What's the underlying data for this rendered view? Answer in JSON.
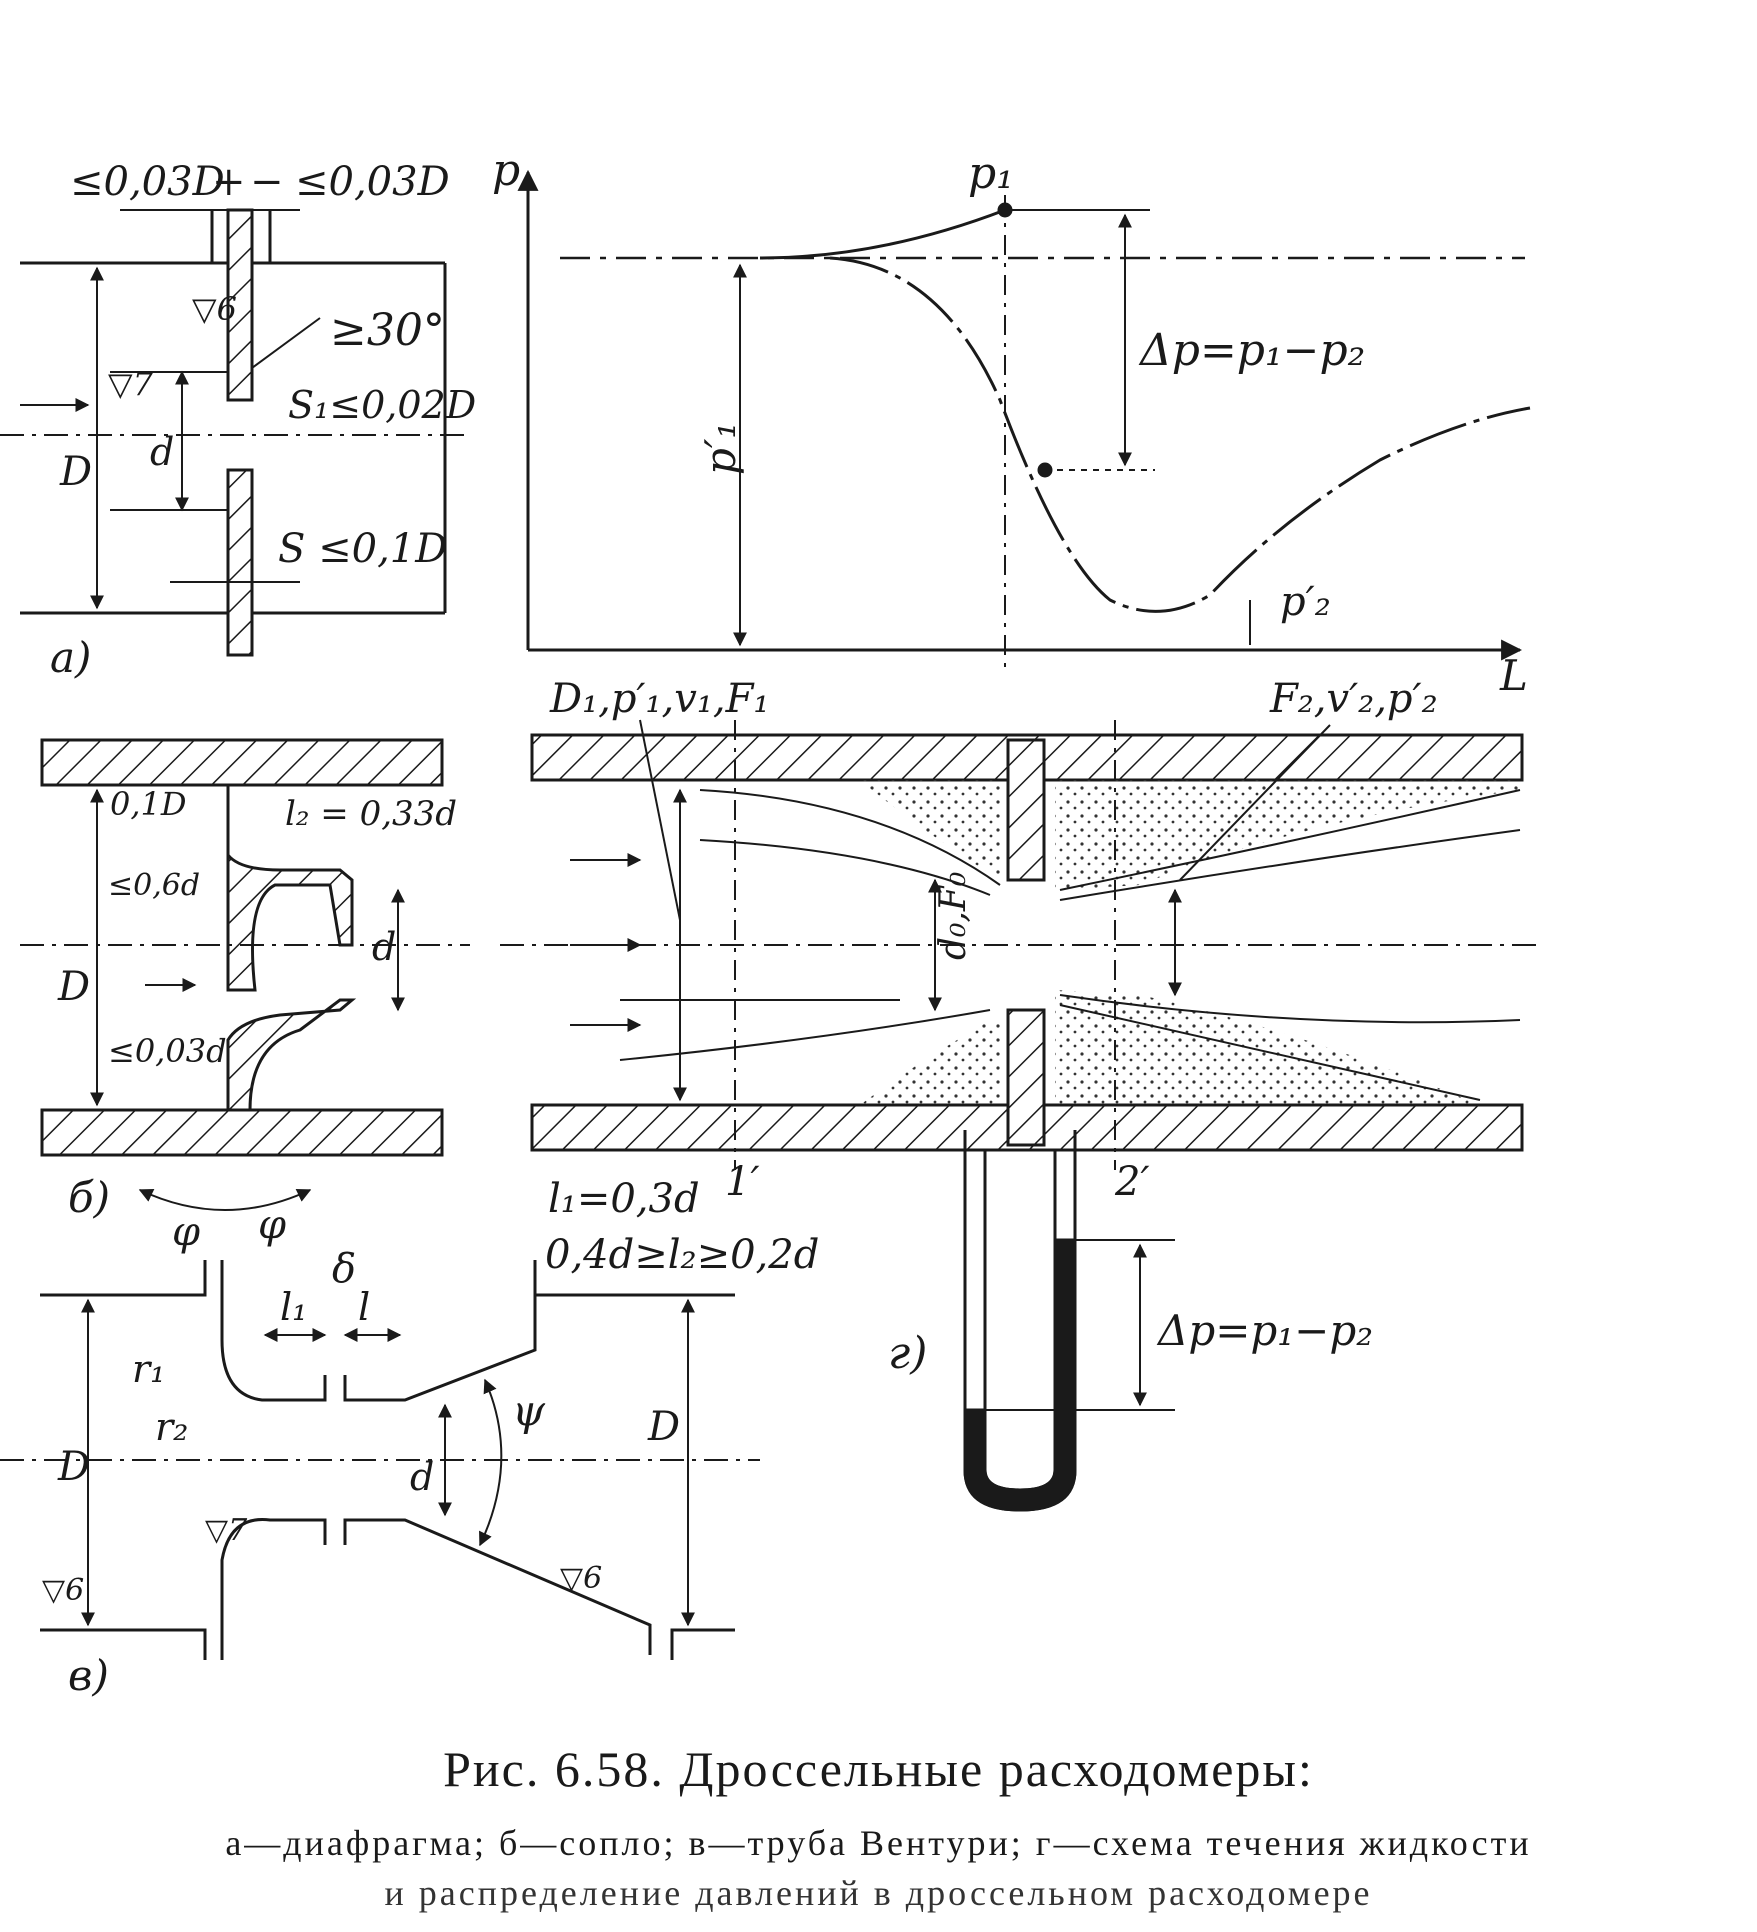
{
  "figure": {
    "caption_title": "Рис. 6.58. Дроссельные расходомеры:",
    "caption_line1": "а—диафрагма; б—сопло; в—труба Вентури; г—схема течения жидкости",
    "caption_line2": "и распределение давлений в дроссельном расходомере",
    "colors": {
      "ink": "#1a1a1a",
      "paper": "#ffffff",
      "dots": "#333333"
    }
  },
  "panel_a": {
    "label": "а)",
    "tap_left": "≤0,03D",
    "plus": "+",
    "minus": "−",
    "tap_right": "≤0,03D",
    "angle": "≥30°",
    "s1": "S₁≤0,02D",
    "s": "S ≤0,1D",
    "d_label": "D",
    "d_small": "d",
    "surf_top": "▽6",
    "surf_mid": "▽7"
  },
  "panel_b": {
    "label": "б)",
    "d01": "0,1D",
    "l2": "l₂ = 0,33d",
    "d06": "≤0,6d",
    "d003": "≤0,03d",
    "d_label": "D",
    "d_small": "d",
    "phi": "φ"
  },
  "panel_v": {
    "label": "в)",
    "l1_formula": "l₁=0,3d",
    "l2_formula": "0,4d≥l₂≥0,2d",
    "delta": "δ",
    "l1": "l₁",
    "l": "l",
    "r1": "r₁",
    "r2": "r₂",
    "psi": "ψ",
    "d_label": "D",
    "d_small": "d",
    "surf_a": "▽6",
    "surf_b": "▽7",
    "surf_c": "▽6"
  },
  "panel_g": {
    "label": "г)",
    "p_axis": "p",
    "l_axis": "L",
    "p1": "p₁",
    "dp_formula": "Δp=p₁−p₂",
    "p1_prime": "p′₁",
    "p2_prime": "p′₂",
    "upstream": "D₁,p′₁,v₁,F₁",
    "downstream": "F₂,v′₂,p′₂",
    "orifice": "d₀,F₀",
    "section1": "1′",
    "section2": "2′",
    "manometer_dp": "Δp=p₁−p₂"
  }
}
